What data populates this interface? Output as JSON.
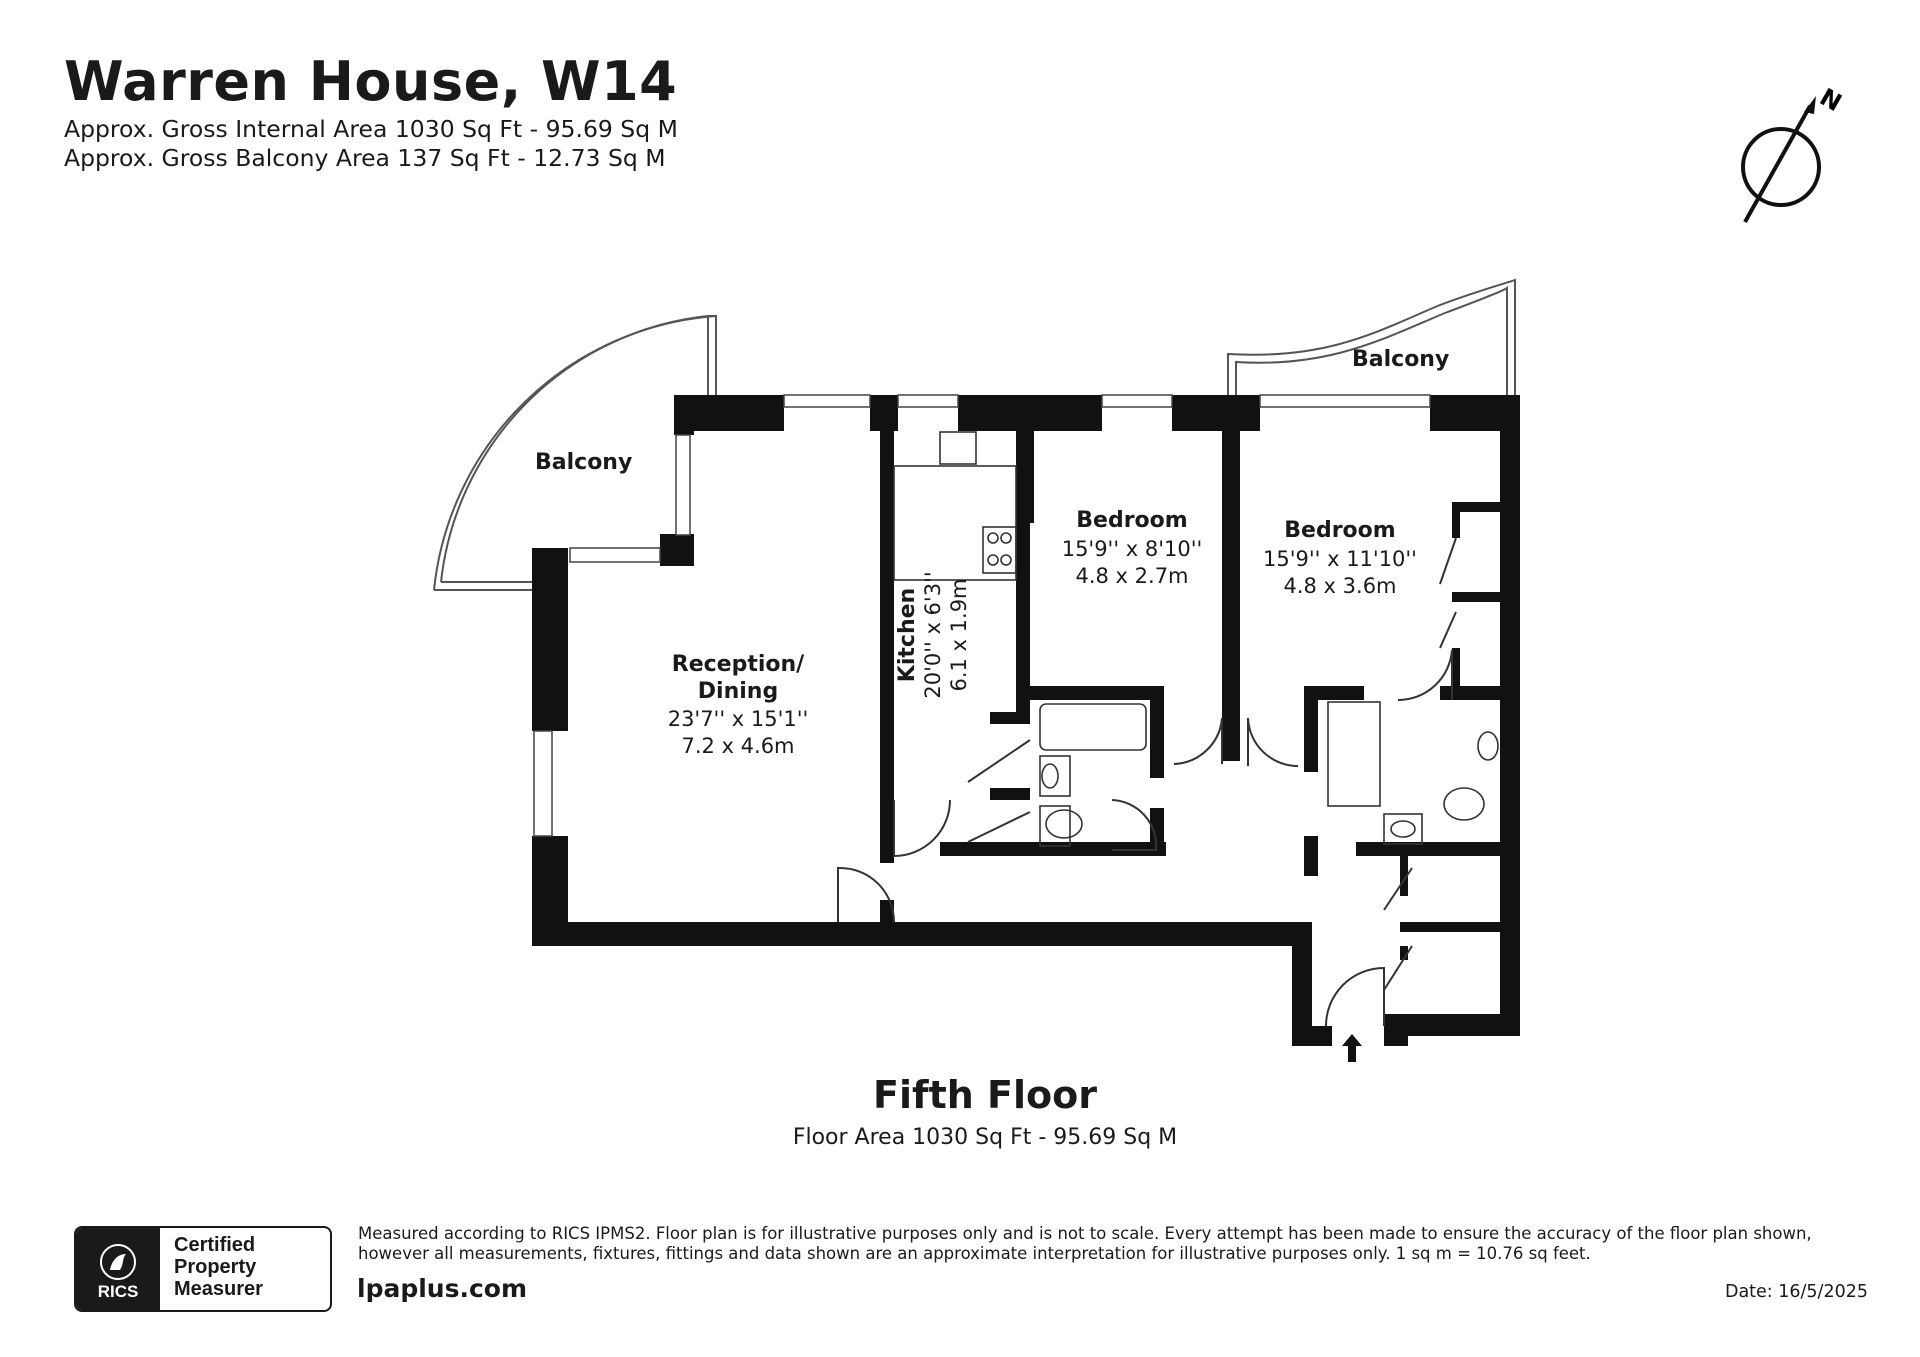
{
  "header": {
    "title": "Warren House, W14",
    "internal_area": "Approx. Gross Internal Area 1030 Sq Ft - 95.69 Sq M",
    "balcony_area": "Approx. Gross Balcony Area 137 Sq Ft - 12.73 Sq M"
  },
  "compass": {
    "label": "N"
  },
  "rooms": {
    "balcony_west": {
      "name": "Balcony"
    },
    "balcony_east": {
      "name": "Balcony"
    },
    "reception": {
      "name_line1": "Reception/",
      "name_line2": "Dining",
      "dim_imperial": "23'7'' x 15'1''",
      "dim_metric": "7.2 x 4.6m"
    },
    "kitchen": {
      "name": "Kitchen",
      "dim_imperial": "20'0'' x 6'3''",
      "dim_metric": "6.1 x 1.9m"
    },
    "bedroom1": {
      "name": "Bedroom",
      "dim_imperial": "15'9'' x 8'10''",
      "dim_metric": "4.8 x 2.7m"
    },
    "bedroom2": {
      "name": "Bedroom",
      "dim_imperial": "15'9'' x 11'10''",
      "dim_metric": "4.8 x 3.6m"
    }
  },
  "floor": {
    "name": "Fifth Floor",
    "area": "Floor Area 1030 Sq Ft - 95.69 Sq M"
  },
  "footer": {
    "badge_org": "RICS",
    "badge_line1": "Certified",
    "badge_line2": "Property",
    "badge_line3": "Measurer",
    "disclaimer": "Measured according to RICS IPMS2. Floor plan is for illustrative purposes only and is not to scale. Every attempt has been made to ensure the accuracy of the floor plan shown, however all measurements, fixtures, fittings and data shown are an approximate interpretation for illustrative purposes only. 1 sq m = 10.76 sq feet.",
    "website": "lpaplus.com",
    "date": "Date: 16/5/2025"
  },
  "colors": {
    "wall": "#111111",
    "text": "#1a1a1a",
    "background": "#ffffff"
  }
}
